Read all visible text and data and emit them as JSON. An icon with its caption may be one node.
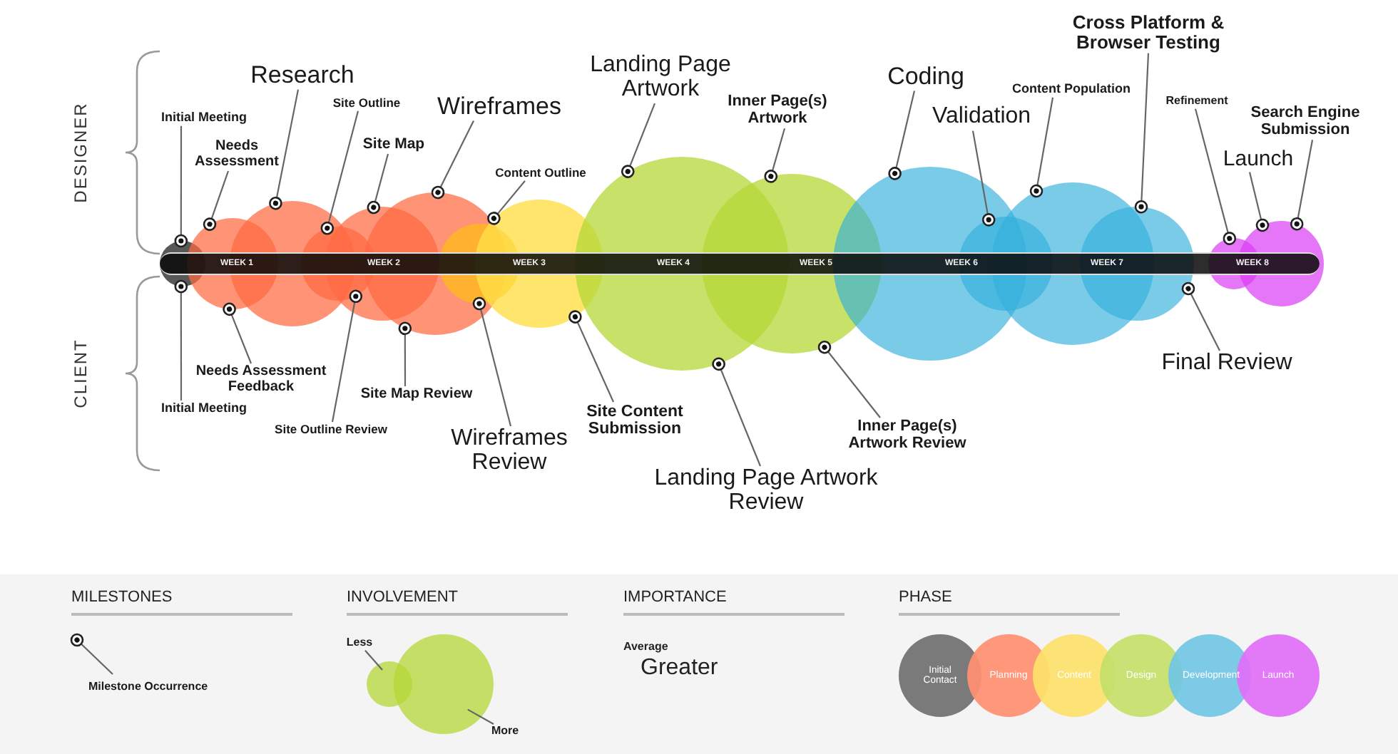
{
  "diagram": {
    "nodes": [
      {
        "text": [],
        "shape": "circle"
      },
      {
        "text": [],
        "shape": "circle"
      },
      {
        "text": [],
        "shape": "circle"
      },
      {
        "text": [],
        "shape": "circle"
      },
      {
        "text": [],
        "shape": "circle"
      },
      {
        "text": [],
        "shape": "circle"
      },
      {
        "text": [],
        "shape": "circle"
      },
      {
        "text": [],
        "shape": "circle"
      },
      {
        "text": [],
        "shape": "circle"
      },
      {
        "text": [],
        "shape": "circle"
      },
      {
        "text": [],
        "shape": "circle"
      },
      {
        "text": [],
        "shape": "circle"
      },
      {
        "text": [],
        "shape": "circle"
      },
      {
        "text": [],
        "shape": "circle"
      },
      {
        "text": [],
        "shape": "circle"
      },
      {
        "text": [],
        "shape": "circle"
      },
      {
        "text": [
          "Initial Meeting"
        ]
      },
      {
        "text": [
          "Needs Assessment"
        ]
      },
      {
        "text": [
          "Research"
        ]
      },
      {
        "text": [
          "Site Outline"
        ]
      },
      {
        "text": [
          "Site Map"
        ]
      },
      {
        "text": [
          "Wireframes"
        ]
      },
      {
        "text": [
          "Content Outline"
        ]
      },
      {
        "text": [
          "Landing Page Artwork"
        ]
      },
      {
        "text": [
          "Inner Page(s) Artwork"
        ]
      },
      {
        "text": [
          "Coding"
        ]
      },
      {
        "text": [
          "Validation"
        ]
      },
      {
        "text": [
          "Content Population"
        ]
      },
      {
        "text": [
          "Cross Platform & Browser Testing"
        ]
      },
      {
        "text": [
          "Refinement"
        ]
      },
      {
        "text": [
          "Launch"
        ]
      },
      {
        "text": [
          "Search Engine Submission"
        ]
      },
      {
        "text": [
          "Initial Meeting"
        ]
      },
      {
        "text": [
          "Needs Assessment Feedback"
        ]
      },
      {
        "text": [
          "Site Outline Review"
        ]
      },
      {
        "text": [
          "Site Map Review"
        ]
      },
      {
        "text": [
          "Wireframes Review"
        ]
      },
      {
        "text": [
          "Site Content Submission"
        ]
      },
      {
        "text": [
          "Landing Page Artwork Review"
        ]
      },
      {
        "text": [
          "Inner Page(s) Artwork Review"
        ]
      },
      {
        "text": [
          "Final Review"
        ]
      },
      {
        "text": [
          "Less"
        ]
      },
      {
        "text": [
          "More"
        ]
      },
      {
        "text": [],
        "shape": "circle"
      },
      {
        "text": [],
        "shape": "circle"
      }
    ],
    "edges": [
      {
        "from": 16,
        "to": 0,
        "arrow": "other"
      },
      {
        "from": 17,
        "to": 1,
        "arrow": "other"
      },
      {
        "from": 18,
        "to": 2,
        "arrow": "other"
      },
      {
        "from": 19,
        "to": 3,
        "arrow": "other"
      },
      {
        "from": 20,
        "to": 4,
        "arrow": "other"
      },
      {
        "from": 21,
        "to": 5,
        "arrow": "other"
      },
      {
        "from": 22,
        "to": 7,
        "arrow": "other"
      },
      {
        "from": 23,
        "to": 8,
        "arrow": "other"
      },
      {
        "from": 24,
        "to": 9,
        "arrow": "other"
      },
      {
        "from": 25,
        "to": 10,
        "arrow": "other"
      },
      {
        "from": 26,
        "to": 11,
        "arrow": "other"
      },
      {
        "from": 27,
        "to": 12,
        "arrow": "other"
      },
      {
        "from": 28,
        "to": 13,
        "arrow": "other"
      },
      {
        "from": 29,
        "to": 14,
        "arrow": "other"
      },
      {
        "from": 30,
        "to": 15,
        "arrow": "other"
      },
      {
        "from": 31,
        "to": 15,
        "arrow": "other"
      },
      {
        "from": 32,
        "to": 0,
        "arrow": "other"
      },
      {
        "from": 33,
        "to": 1,
        "arrow": "other"
      },
      {
        "from": 34,
        "to": 3,
        "arrow": "other"
      },
      {
        "from": 35,
        "to": 5,
        "arrow": "other"
      },
      {
        "from": 36,
        "to": 6,
        "arrow": "other"
      },
      {
        "from": 37,
        "to": 7,
        "arrow": "other"
      },
      {
        "from": 38,
        "to": 8,
        "arrow": "other"
      },
      {
        "from": 39,
        "to": 9,
        "arrow": "other"
      },
      {
        "from": 40,
        "to": 13,
        "arrow": "other"
      },
      {
        "from": 41,
        "to": 43,
        "arrow": "none"
      },
      {
        "from": 42,
        "to": 44,
        "arrow": "none"
      }
    ],
    "labels": [
      "DESIGNER",
      "WEEK 1",
      "WEEK 2",
      "WEEK 3",
      "WEEK 4",
      "WEEK 5",
      "WEEK 6",
      "WEEK 7",
      "WEEK 8",
      "CLIENT",
      "MILESTONES",
      "INVOLVEMENT",
      "IMPORTANCE",
      "Average",
      "Greater",
      "PHASE"
    ],
    "legend": [
      {
        "text": "Milestone Occurrence"
      },
      {
        "text": "Initial Contact",
        "color": "#707070"
      },
      {
        "text": "Planning",
        "color": "#ff8f70"
      },
      {
        "text": "Content",
        "color": "#fde16a"
      },
      {
        "text": "Design",
        "color": "#c5df6a"
      },
      {
        "text": "Development",
        "color": "#72c6e4"
      },
      {
        "text": "Launch",
        "color": "#e070f8"
      }
    ]
  }
}
